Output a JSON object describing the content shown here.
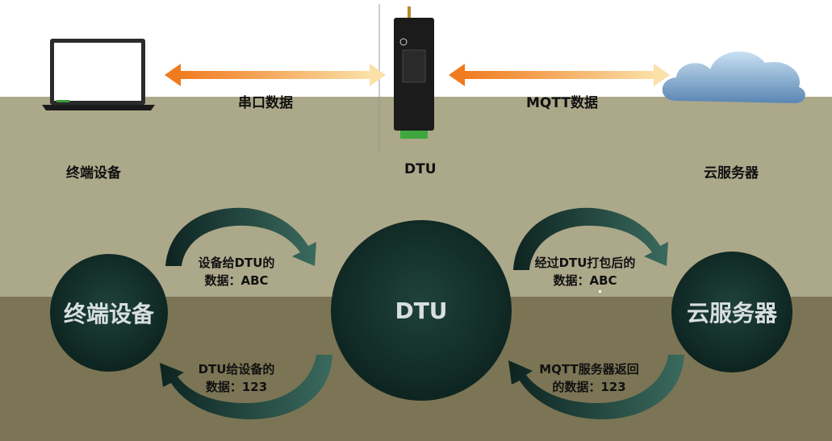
{
  "top": {
    "serial_label": "串口数据",
    "mqtt_label": "MQTT数据"
  },
  "devices": {
    "terminal": "终端设备",
    "dtu": "DTU",
    "cloud": "云服务器"
  },
  "circles": {
    "terminal": "终端设备",
    "dtu": "DTU",
    "cloud": "云服务器"
  },
  "flows": {
    "terminal_to_dtu": {
      "line1": "设备给DTU的",
      "line2": "数据：ABC"
    },
    "dtu_to_terminal": {
      "line1": "DTU给设备的",
      "line2": "数据：123"
    },
    "dtu_to_cloud": {
      "line1": "经过DTU打包后的",
      "line2": "数据：ABC"
    },
    "cloud_to_dtu": {
      "line1": "MQTT服务器返回",
      "line2": "的数据：123"
    }
  },
  "colors": {
    "arrow_orange": "#f08a2c",
    "arrow_light": "#f8d79a",
    "circle_dark": "#0d2420",
    "circle_edge": "#2e5a50",
    "band_light": "#aca88a",
    "band_dark": "#7b7555"
  }
}
